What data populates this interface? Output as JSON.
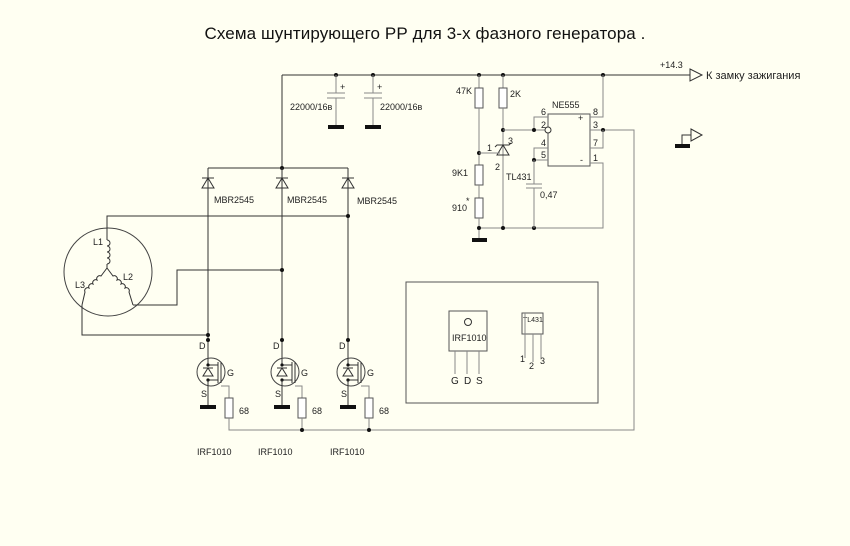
{
  "title": "Схема шунтирующего РР для 3-х фазного  генератора .",
  "power": {
    "voltage_label": "+14.3",
    "output_label": "К замку зажигания"
  },
  "capacitors": [
    {
      "label": "22000/16в",
      "polarity": "+"
    },
    {
      "label": "22000/16в",
      "polarity": "+"
    }
  ],
  "diodes": [
    {
      "label": "MBR2545"
    },
    {
      "label": "MBR2545"
    },
    {
      "label": "MBR2545"
    }
  ],
  "generator": {
    "windings": [
      "L1",
      "L2",
      "L3"
    ]
  },
  "mosfets": [
    {
      "label": "IRF1010",
      "drain": "D",
      "gate": "G",
      "source": "S",
      "gate_resistor": "68"
    },
    {
      "label": "IRF1010",
      "drain": "D",
      "gate": "G",
      "source": "S",
      "gate_resistor": "68"
    },
    {
      "label": "IRF1010",
      "drain": "D",
      "gate": "G",
      "source": "S",
      "gate_resistor": "68"
    }
  ],
  "control": {
    "r_top_divider": "47K",
    "r_mid_divider": "9K1",
    "r_bottom_divider": "910",
    "r_bottom_mark": "*",
    "r_pullup": "2K",
    "shunt_ref": "TL431",
    "shunt_pins": [
      "1",
      "2",
      "3"
    ],
    "timer": "NE555",
    "timer_pins": {
      "p6": "6",
      "p2": "2",
      "p4": "4",
      "p5": "5",
      "p8": "8",
      "p3": "3",
      "p7": "7",
      "p1": "1",
      "plus": "+",
      "minus": "-"
    },
    "cap_control": "0,47"
  },
  "pinout": {
    "mosfet_label": "IRF1010",
    "mosfet_pins": [
      "G",
      "D",
      "S"
    ],
    "tl431_label": "TL431",
    "tl431_pins": [
      "1",
      "2",
      "3"
    ]
  }
}
